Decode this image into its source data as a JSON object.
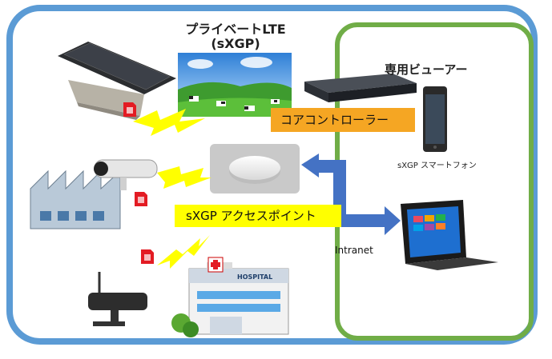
{
  "title": {
    "line1": "プライベートLTE",
    "line2": "(sXGP)"
  },
  "viewer": {
    "title": "専用ビューアー"
  },
  "core_controller": {
    "label": "コアコントローラー"
  },
  "access_point": {
    "label": "sXGP アクセスポイント"
  },
  "smartphone": {
    "label": "sXGP スマートフォン"
  },
  "network": {
    "label": "Intranet"
  },
  "hospital": {
    "sign": "HOSPITAL"
  },
  "colors": {
    "outer_frame": "#5b9bd5",
    "inner_frame": "#70ad47",
    "core_label": "#f5a623",
    "ap_label": "#ffff00",
    "arrow": "#4472c4",
    "lightning": "#ffff00",
    "sim": "#e31b23"
  }
}
